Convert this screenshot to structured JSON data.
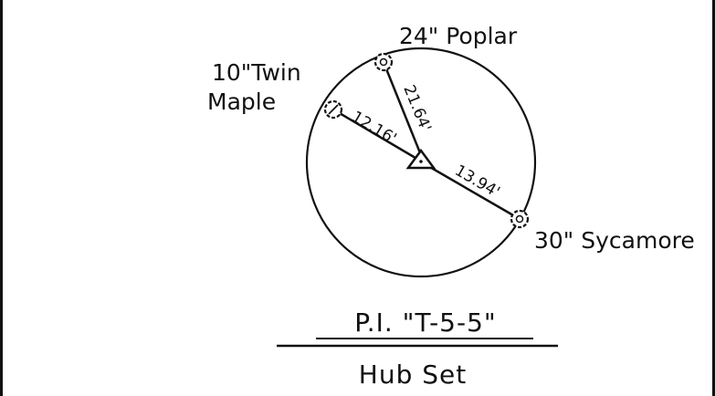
{
  "diagram": {
    "trees": {
      "poplar": "24\" Poplar",
      "twin_maple_line1": "10\"Twin",
      "twin_maple_line2": "Maple",
      "sycamore": "30\" Sycamore"
    },
    "distances": {
      "maple_to_hub": "12.16'",
      "poplar_to_hub": "21.64'",
      "sycamore_to_hub": "13.94'"
    },
    "title": {
      "point": "P.I. \"T-5-5\"",
      "caption": "Hub Set"
    },
    "colors": {
      "ink": "#111111",
      "paper": "#ffffff"
    }
  }
}
